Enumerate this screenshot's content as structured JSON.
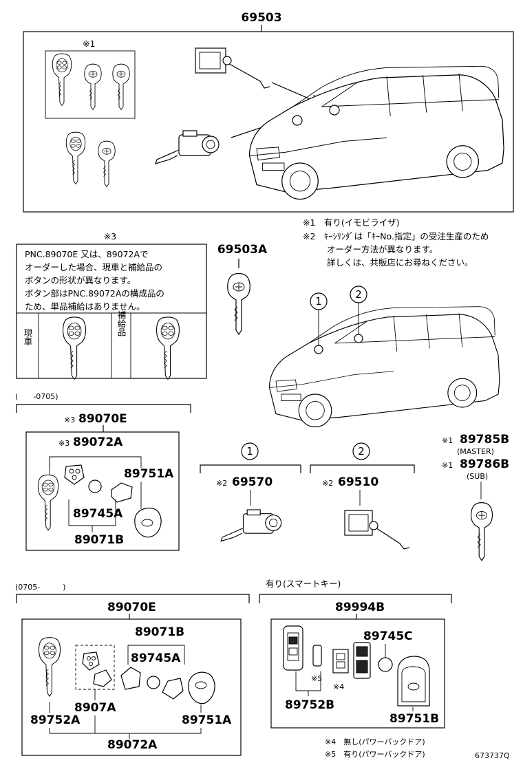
{
  "top": {
    "main_part": "69503",
    "note_mark_1": "※1"
  },
  "notes": {
    "n1": "※1　有り(イモビライザ)",
    "n2_line1": "※2　ｷｰｼﾘﾝﾀﾞは「ｷｰNo.指定」の受注生産のため",
    "n2_line2": "オーダー方法が異なります。",
    "n2_line3": "詳しくは、共販店にお尋ねください。"
  },
  "note3": {
    "mark": "※3",
    "line1": "PNC.89070E 又は、89072Aで",
    "line2": "オーダーした場合、現車と補給品の",
    "line3": "ボタンの形状が異なります。",
    "line4": "ボタン部はPNC.89072Aの構成品の",
    "line5": "ため、単品補給はありません。",
    "col_left": "現車",
    "col_right": "補給品"
  },
  "parts_69503A": "69503A",
  "circles": {
    "c1": "1",
    "c2": "2"
  },
  "section_old": {
    "date_range": "(　　-0705)",
    "group": "89070E",
    "group_mark": "※3",
    "sub": "89072A",
    "sub_mark": "※3",
    "p1": "89751A",
    "p2": "89745A",
    "p3": "89071B"
  },
  "cylinders": {
    "c1_label": "1",
    "c2_label": "2",
    "p1": "69570",
    "p1_mark": "※2",
    "p2": "69510",
    "p2_mark": "※2"
  },
  "master_sub": {
    "m_mark": "※1",
    "master": "89785B",
    "master_note": "(MASTER)",
    "s_mark": "※1",
    "sub": "89786B",
    "sub_note": "(SUB)"
  },
  "section_new": {
    "date_range": "(0705-　　　)",
    "group": "89070E",
    "p1": "89071B",
    "p2": "89745A",
    "p3": "8907A",
    "p4": "89752A",
    "p5": "89751A",
    "p6": "89072A"
  },
  "section_smart": {
    "title": "有り(スマートキー)",
    "group": "89994B",
    "p1": "89745C",
    "p2": "89752B",
    "p3": "89751B",
    "m4": "※4",
    "m5": "※5"
  },
  "footer": {
    "note4": "※4　無し(パワーバックドア)",
    "note5": "※5　有り(パワーバックドア)",
    "code": "673737Q"
  }
}
